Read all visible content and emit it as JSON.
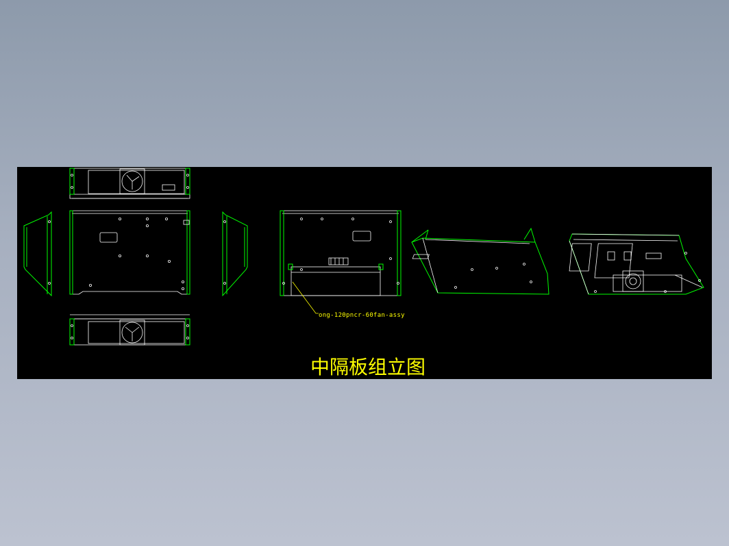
{
  "drawing": {
    "title": "中隔板组立图",
    "callout_label": "ong-120pncr-60fan-assy",
    "background_color": "#000000",
    "line_color": "#00ff00",
    "detail_color": "#ffffff",
    "annotation_color": "#ffff00"
  },
  "views": [
    {
      "name": "top-view"
    },
    {
      "name": "front-view"
    },
    {
      "name": "bottom-view"
    },
    {
      "name": "left-side-view"
    },
    {
      "name": "right-side-view"
    },
    {
      "name": "section-view"
    },
    {
      "name": "isometric-view-1"
    },
    {
      "name": "isometric-view-2"
    }
  ]
}
